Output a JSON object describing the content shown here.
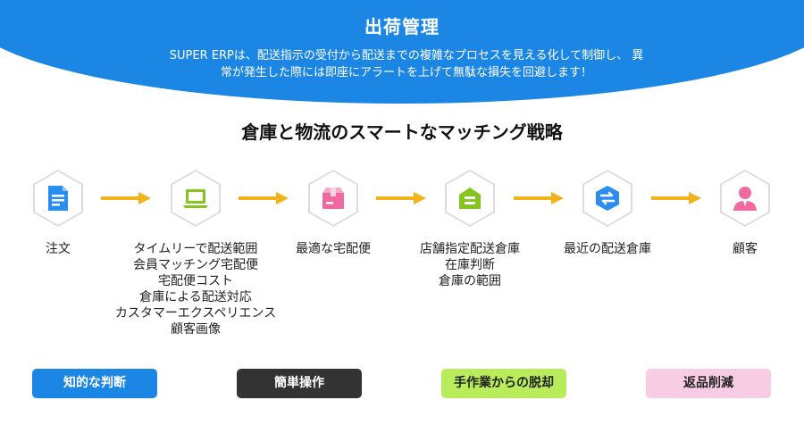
{
  "header": {
    "title": "出荷管理",
    "description_line1": "SUPER ERPは、配送指示の受付から配送までの複雑なプロセスを見える化して制御し、 異",
    "description_line2": "常が発生した際には即座にアラートを上げて無駄な損失を回避します！"
  },
  "subtitle": "倉庫と物流のスマートなマッチング戦略",
  "steps": [
    {
      "icon": "document-icon",
      "color": "#2a8df0",
      "lines": [
        "注文"
      ]
    },
    {
      "icon": "laptop-icon",
      "color": "#86c41f",
      "lines": [
        "タイムリーで配送範囲",
        "会員マッチング宅配便",
        "宅配便コスト",
        "倉庫による配送対応",
        "カスタマーエクスペリエンス",
        "顧客画像"
      ]
    },
    {
      "icon": "package-icon",
      "color": "#f06aa0",
      "lines": [
        "最適な宅配便"
      ]
    },
    {
      "icon": "warehouse-icon",
      "color": "#86c41f",
      "lines": [
        "店舗指定配送倉庫",
        "在庫判断",
        "倉庫の範囲"
      ]
    },
    {
      "icon": "transfer-icon",
      "color": "#2a8df0",
      "lines": [
        "最近の配送倉庫"
      ]
    },
    {
      "icon": "customer-icon",
      "color": "#f06aa0",
      "lines": [
        "顧客"
      ]
    }
  ],
  "arrow_color": "#f2b21a",
  "badges": [
    {
      "label": "知的な判断",
      "bg": "#1c86e5",
      "fg": "#ffffff"
    },
    {
      "label": "簡単操作",
      "bg": "#333333",
      "fg": "#ffffff"
    },
    {
      "label": "手作業からの脱却",
      "bg": "#b8ec5a",
      "fg": "#222222"
    },
    {
      "label": "返品削減",
      "bg": "#f8cde4",
      "fg": "#222222"
    }
  ]
}
